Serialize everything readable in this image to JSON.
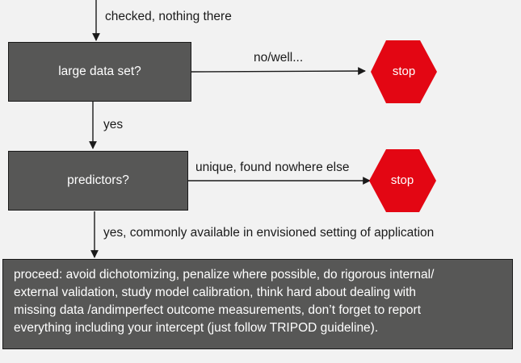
{
  "edges": {
    "top_label": "checked, nothing there",
    "large_no_label": "no/well...",
    "large_yes_label": "yes",
    "predictors_unique_label": "unique, found nowhere else",
    "predictors_yes_label": "yes, commonly available in envisioned setting of application"
  },
  "nodes": {
    "large_data_set": "large data set?",
    "predictors": "predictors?",
    "stop_1": "stop",
    "stop_2": "stop",
    "proceed_lines": [
      "proceed: avoid dichotomizing, penalize where possible, do rigorous internal/",
      "external validation, study model calibration, think hard about dealing with",
      "missing data /andimperfect outcome measurements, don’t forget to report",
      "everything including your intercept (just follow TRIPOD guideline)."
    ]
  },
  "colors": {
    "box_fill": "#575756",
    "box_border": "#1a1a1a",
    "stop_fill": "#e30613",
    "background": "#f2f2f2",
    "text_dark": "#1a1a1a",
    "text_light": "#ffffff"
  }
}
